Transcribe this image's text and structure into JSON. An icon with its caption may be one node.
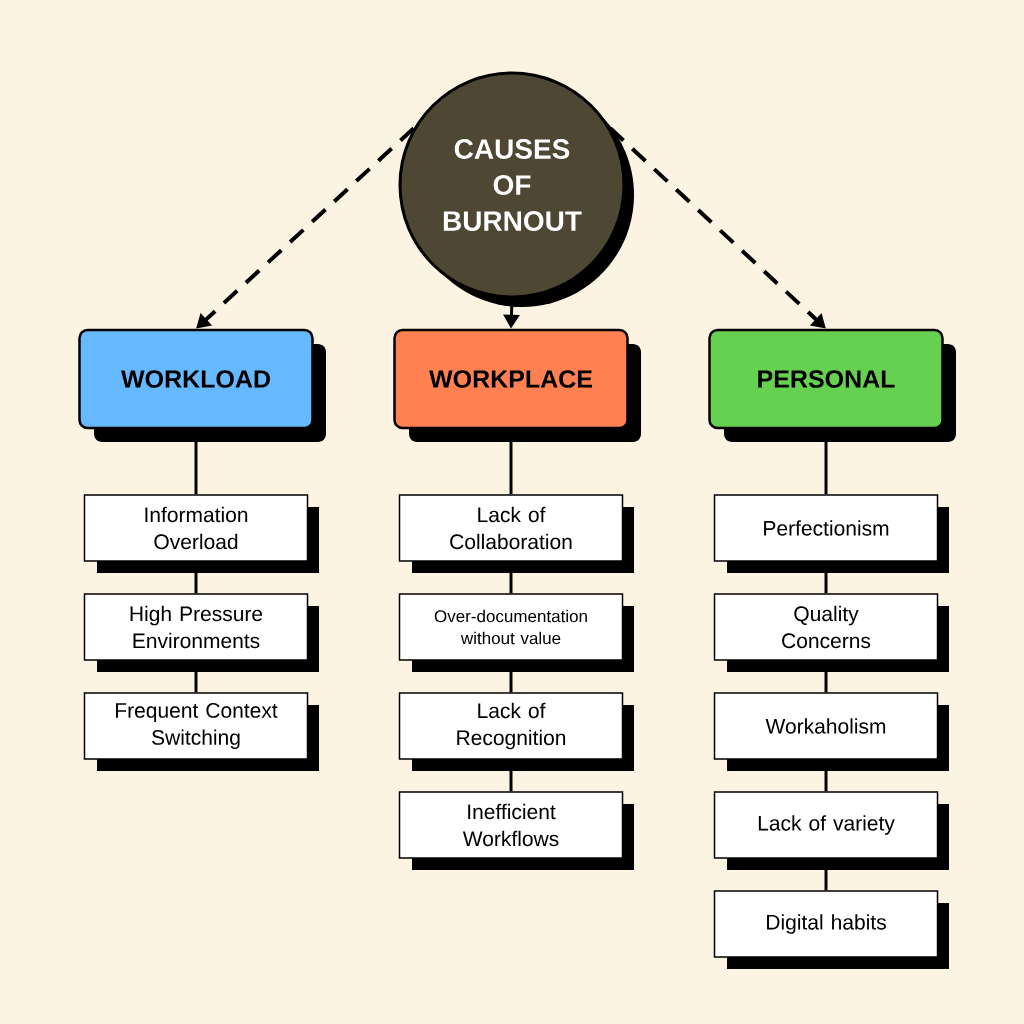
{
  "diagram": {
    "nodes": [
      {
        "text": [
          "CAUSES OF BURNOUT"
        ]
      },
      {
        "text": [
          "WORKLOAD"
        ]
      },
      {
        "text": [
          "WORKPLACE"
        ]
      },
      {
        "text": [
          "PERSONAL"
        ]
      },
      {
        "text": [
          "Information Overload"
        ]
      },
      {
        "text": [
          "High Pressure Environments"
        ]
      },
      {
        "text": [
          "Frequent Context Switching"
        ]
      },
      {
        "text": [
          "Lack of Collaboration"
        ]
      },
      {
        "text": [
          "Over-documentation without value"
        ]
      },
      {
        "text": [
          "Lack of Recognition"
        ]
      },
      {
        "text": [
          "Inefficient Workflows"
        ]
      },
      {
        "text": [
          "Perfectionism"
        ]
      },
      {
        "text": [
          "Quality Concerns"
        ]
      },
      {
        "text": [
          "Workaholism"
        ]
      },
      {
        "text": [
          "Lack of variety"
        ]
      },
      {
        "text": [
          "Digital habits"
        ]
      }
    ],
    "edges": [
      {
        "from": 0,
        "to": 1,
        "arrow": "to",
        "style": "dashed"
      },
      {
        "from": 0,
        "to": 2,
        "arrow": "to"
      },
      {
        "from": 0,
        "to": 3,
        "arrow": "to",
        "style": "dashed"
      },
      {
        "from": 1,
        "to": 4,
        "arrow": "none"
      },
      {
        "from": 4,
        "to": 5,
        "arrow": "none"
      },
      {
        "from": 5,
        "to": 6,
        "arrow": "none"
      },
      {
        "from": 2,
        "to": 7,
        "arrow": "none"
      },
      {
        "from": 7,
        "to": 8,
        "arrow": "none"
      },
      {
        "from": 8,
        "to": 9,
        "arrow": "none"
      },
      {
        "from": 9,
        "to": 10,
        "arrow": "none"
      },
      {
        "from": 3,
        "to": 11,
        "arrow": "none"
      },
      {
        "from": 11,
        "to": 12,
        "arrow": "none"
      },
      {
        "from": 12,
        "to": 13,
        "arrow": "none"
      },
      {
        "from": 13,
        "to": 14,
        "arrow": "none"
      },
      {
        "from": 14,
        "to": 15,
        "arrow": "none"
      }
    ]
  }
}
